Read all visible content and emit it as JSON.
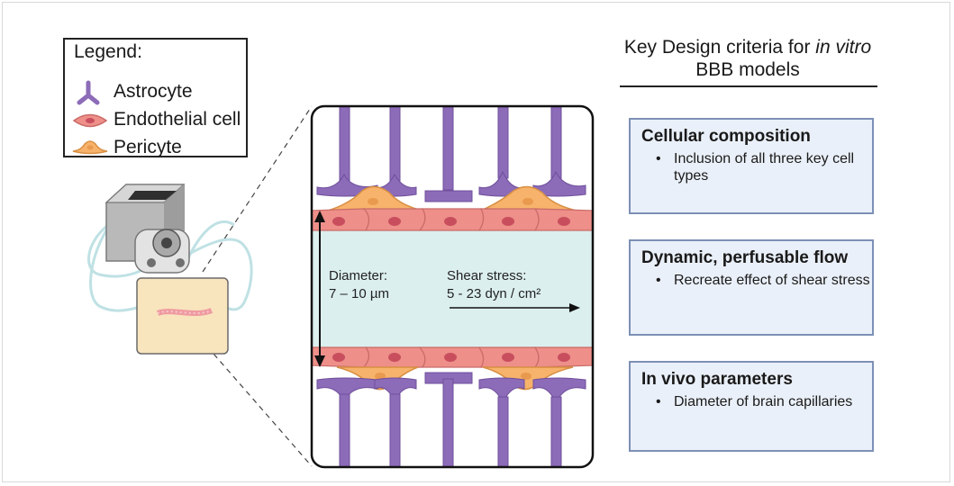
{
  "legend": {
    "title": "Legend:",
    "items": [
      {
        "label": "Astrocyte",
        "icon": "astrocyte-icon",
        "color": "#8c6bb8"
      },
      {
        "label": "Endothelial cell",
        "icon": "endothelial-cell-icon",
        "color": "#ee8f8a"
      },
      {
        "label": "Pericyte",
        "icon": "pericyte-icon",
        "color": "#f7b36b"
      }
    ]
  },
  "panel": {
    "title_part1": "Key Design criteria for ",
    "title_italic": "in vitro",
    "title_part2": "BBB models",
    "cards": [
      {
        "heading": "Cellular composition",
        "bullet": "Inclusion of all three key cell types"
      },
      {
        "heading": "Dynamic, perfusable flow",
        "bullet": "Recreate effect of shear stress"
      },
      {
        "heading": "In vivo parameters",
        "bullet": "Diameter of brain capillaries"
      }
    ]
  },
  "vessel": {
    "diameter_label": "Diameter:",
    "diameter_value": "7 – 10 µm",
    "shear_label": "Shear stress:",
    "shear_value": "5 - 23 dyn / cm²"
  },
  "colors": {
    "astrocyte": "#8c6bb8",
    "endothelial": "#ee8f8a",
    "pericyte": "#f7b36b",
    "lumen": "#dcefef",
    "card_fill": "#eaf0f9",
    "card_border": "#7d90b5",
    "chip": "#f8e4bd",
    "tubing": "#bfe1e4"
  }
}
